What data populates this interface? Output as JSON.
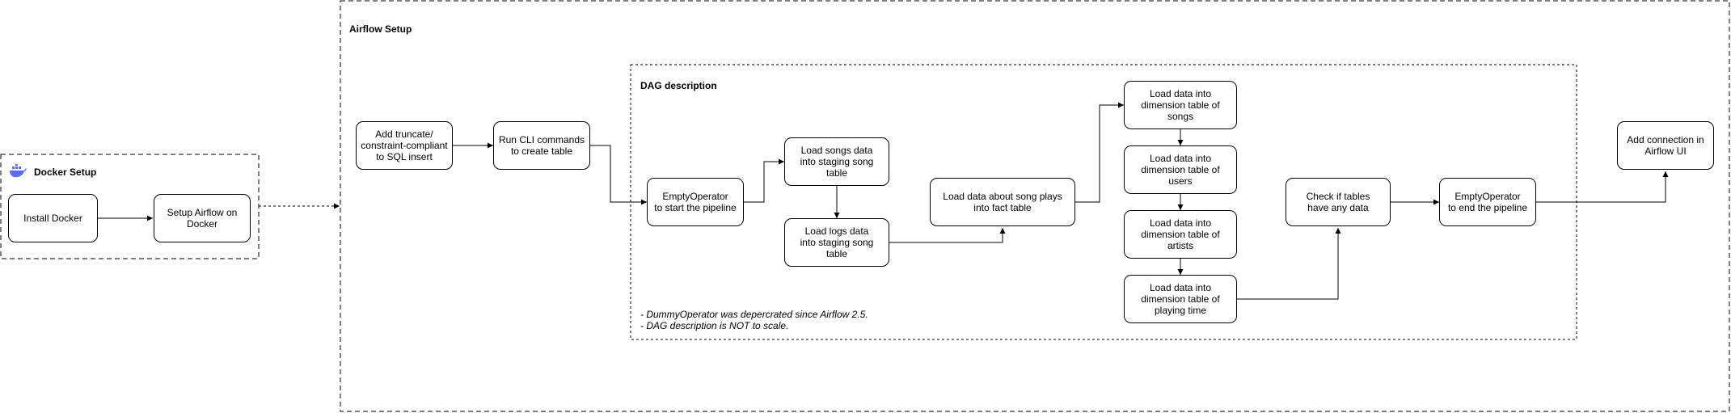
{
  "groups": {
    "docker": {
      "title": "Docker Setup",
      "icon": "docker-whale-icon",
      "icon_color": "#5a6cf0"
    },
    "airflow": {
      "title": "Airflow Setup"
    },
    "dag": {
      "title": "DAG description"
    }
  },
  "nodes": {
    "install_docker": "Install Docker",
    "setup_airflow": "Setup Airflow on\nDocker",
    "add_truncate": "Add truncate/\nconstraint-compliant\nto SQL insert",
    "run_cli": "Run CLI commands\nto create table",
    "empty_start": "EmptyOperator\nto start the pipeline",
    "load_songs": "Load songs data\ninto staging song table",
    "load_logs": "Load logs data\ninto staging song table",
    "load_fact": "Load data about song plays\ninto fact table",
    "dim_songs": "Load data into\ndimension table of songs",
    "dim_users": "Load data into\ndimension table of users",
    "dim_artists": "Load data into\ndimension table of artists",
    "dim_time": "Load data into\ndimension table of\nplaying time",
    "check_tables": "Check if tables\nhave any data",
    "empty_end": "EmptyOperator\nto end the pipeline",
    "add_connection": "Add connection in\nAirflow UI"
  },
  "notes": {
    "line1": "- DummyOperator was depercrated since Airflow 2.5.",
    "line2": "- DAG description is NOT to scale."
  }
}
